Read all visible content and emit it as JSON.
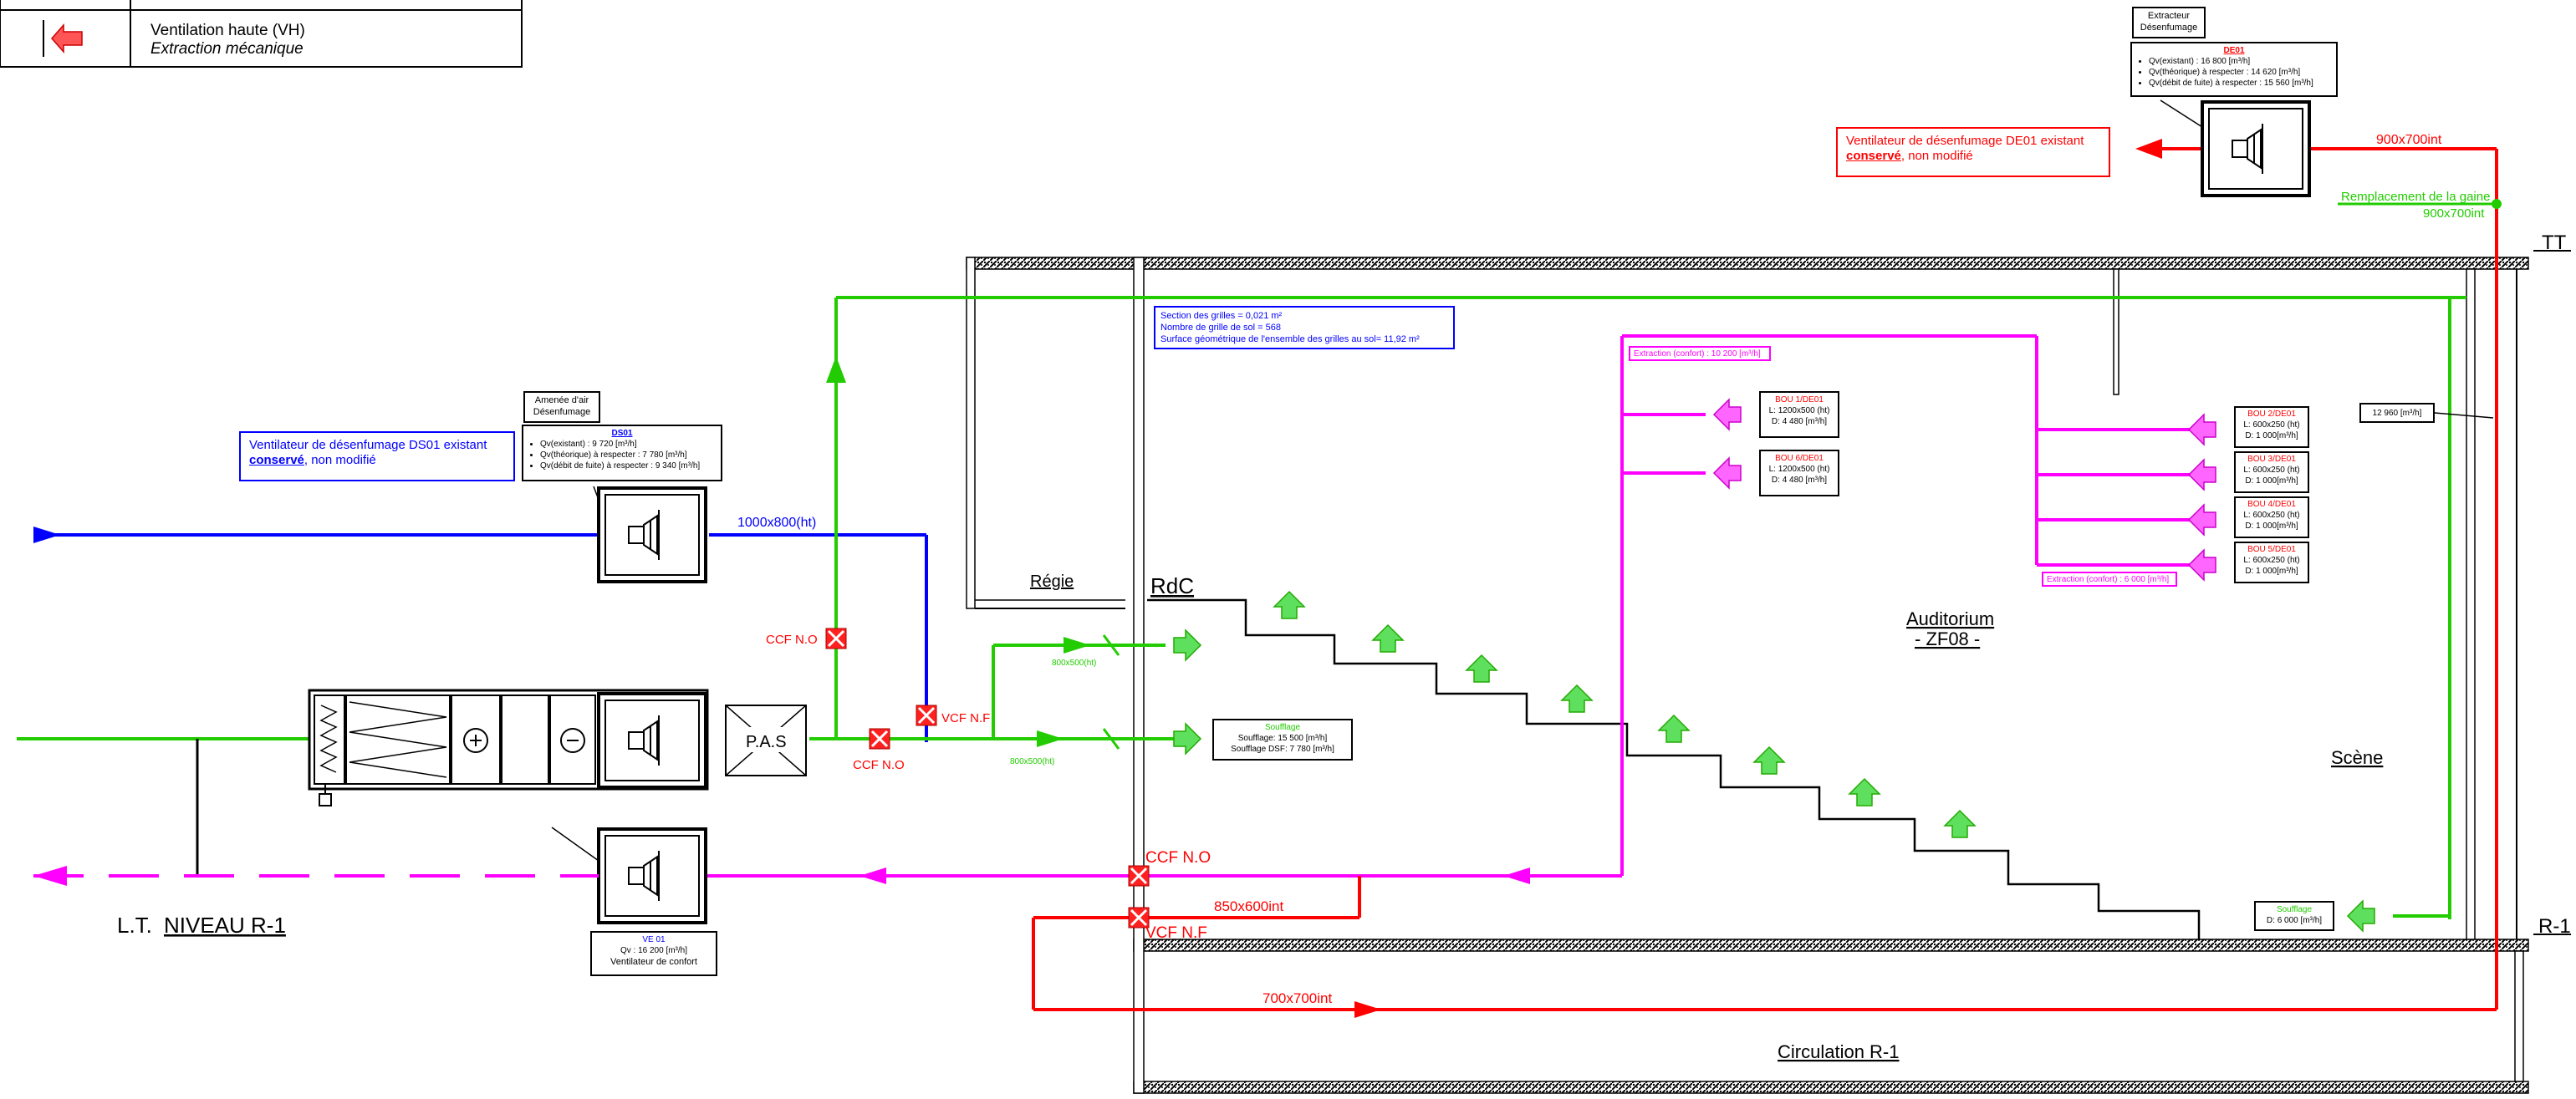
{
  "legend": {
    "label": "Ventilation haute (VH)",
    "sublabel": "Extraction mécanique"
  },
  "zones": {
    "tt": "TT",
    "r1": "R-1",
    "regie": "Régie",
    "rdc": "RdC",
    "auditorium": "Auditorium",
    "zf": "- ZF08 -",
    "scene": "Scène",
    "circulation": "Circulation R-1",
    "lt_prefix": "L.T.",
    "lt_niveau": "NIVEAU R-1"
  },
  "de01": {
    "header": "Extracteur\nDésenfumage",
    "id": "DE01",
    "lines": [
      "Qv(existant) : 16 800 [m³/h]",
      "Qv(théorique) à respecter : 14 620 [m³/h]",
      "Qv(débit de fuite) à respecter : 15 560 [m³/h]"
    ],
    "note_pre": "Ventilateur de désenfumage DE01 existant",
    "note_bold": "conservé",
    "note_post": ", non modifié",
    "duct": "900x700int"
  },
  "gaine": {
    "label": "Remplacement de la gaine",
    "size": "900x700int"
  },
  "ds01": {
    "header": "Amenée d'air\nDésenfumage",
    "id": "DS01",
    "lines": [
      "Qv(existant) : 9 720 [m³/h]",
      "Qv(théorique) à respecter : 7 780 [m³/h]",
      "Qv(débit de fuite) à respecter : 9 340 [m³/h]"
    ],
    "note_pre": "Ventilateur de désenfumage DS01 existant",
    "note_bold": "conservé",
    "note_post": ", non modifié",
    "duct": "1000x800(ht)"
  },
  "grilles": {
    "line1": "Section des grilles = 0,021 m²",
    "line2": "Nombre de grille de sol = 568",
    "line3": "Surface géométrique de l'ensemble des grilles au sol= 11,92 m²"
  },
  "valves": {
    "ccf_no": "CCF N.O",
    "vcf_nf": "VCF N.F"
  },
  "pas": "P.A.S",
  "soufflage": {
    "title": "Soufflage",
    "line1": "Soufflage: 15 500 [m³/h]",
    "line2": "Soufflage DSF: 7 780 [m³/h]",
    "duct1": "800x500(ht)",
    "duct2": "800x500(ht)"
  },
  "soufflage_scene": {
    "title": "Soufflage",
    "line1": "D: 6 000 [m³/h]"
  },
  "ve01": {
    "id": "VE 01",
    "qv": "Qv : 16 200 [m³/h]",
    "name": "Ventilateur de confort"
  },
  "ducts": {
    "d850": "850x600int",
    "d700": "700x700int"
  },
  "extraction": {
    "left": "Extraction (confort) : 10 200 [m³/h]",
    "right": "Extraction (confort) : 6 000 [m³/h]",
    "flow_box": "12 960 [m³/h]"
  },
  "bou_left": [
    {
      "id": "BOU 1/DE01",
      "l": "L: 1200x500 (ht)",
      "d": "D: 4 480 [m³/h]"
    },
    {
      "id": "BOU 6/DE01",
      "l": "L: 1200x500 (ht)",
      "d": "D: 4 480 [m³/h]"
    }
  ],
  "bou_right": [
    {
      "id": "BOU 2/DE01",
      "l": "L: 600x250 (ht)",
      "d": "D: 1 000[m³/h]"
    },
    {
      "id": "BOU 3/DE01",
      "l": "L: 600x250 (ht)",
      "d": "D: 1 000[m³/h]"
    },
    {
      "id": "BOU 4/DE01",
      "l": "L: 600x250 (ht)",
      "d": "D: 1 000[m³/h]"
    },
    {
      "id": "BOU 5/DE01",
      "l": "L: 600x250 (ht)",
      "d": "D: 1 000[m³/h]"
    }
  ],
  "colors": {
    "smoke_extract": "#ff0000",
    "supply": "#22cc00",
    "fresh_air": "#0000ff",
    "extract": "#ff00ff"
  }
}
